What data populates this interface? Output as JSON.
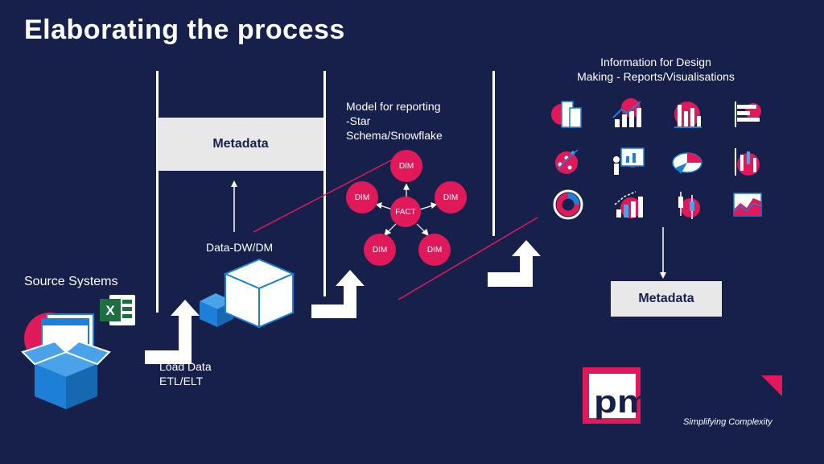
{
  "title": "Elaborating the process",
  "source": {
    "label": "Source Systems"
  },
  "load": {
    "line1": "Load Data",
    "line2": "ETL/ELT"
  },
  "dw": {
    "label": "Data-DW/DM"
  },
  "metadata_top": "Metadata",
  "metadata_bottom": "Metadata",
  "model": {
    "line1": "Model for reporting",
    "line2": "-Star",
    "line3": "Schema/Snowflake"
  },
  "star": {
    "fact": "FACT",
    "dim": "DIM"
  },
  "info": {
    "line1": "Information for Design",
    "line2": "Making - Reports/Visualisations"
  },
  "logo": {
    "brand": "pmsquare",
    "tagline": "Simplifying Complexity"
  },
  "colors": {
    "background": "#16204a",
    "accent": "#e0195a",
    "blue": "#1e7fd6",
    "box": "#e8e8e8"
  },
  "icons": [
    "building-chart-icon",
    "growth-bar-icon",
    "bar-chart-icon",
    "horizontal-bar-icon",
    "scatter-icon",
    "presentation-icon",
    "pie-3d-icon",
    "candlestick-icon",
    "donut-icon",
    "bar-growth-icon",
    "box-plot-icon",
    "area-chart-icon"
  ]
}
